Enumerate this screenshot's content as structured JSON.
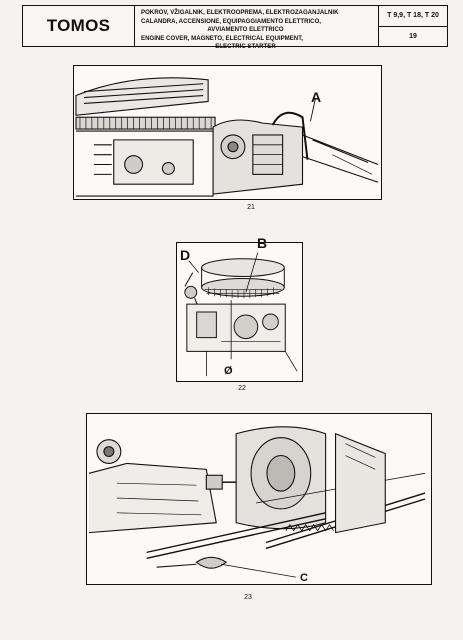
{
  "header": {
    "logo": "TOMOS",
    "title_lines": [
      "POKROV, VŽIGALNIK, ELEKTROOPREMA, ELEKTROZAGANJALNIK",
      "CALANDRA, ACCENSIONE, EQUIPAGGIAMENTO ELETTRICO,",
      "AVVIAMENTO ELETTRICO",
      "ENGINE COVER, MAGNETO, ELECTRICAL EQUIPMENT,",
      "ELECTRIC STARTER"
    ],
    "models": "T 9,9, T 18, T 20",
    "page_number": "19"
  },
  "figures": [
    {
      "number": "21",
      "callouts": [
        "A"
      ]
    },
    {
      "number": "22",
      "callouts": [
        "D",
        "B",
        "Ø"
      ]
    },
    {
      "number": "23",
      "callouts": [
        "C"
      ]
    }
  ]
}
